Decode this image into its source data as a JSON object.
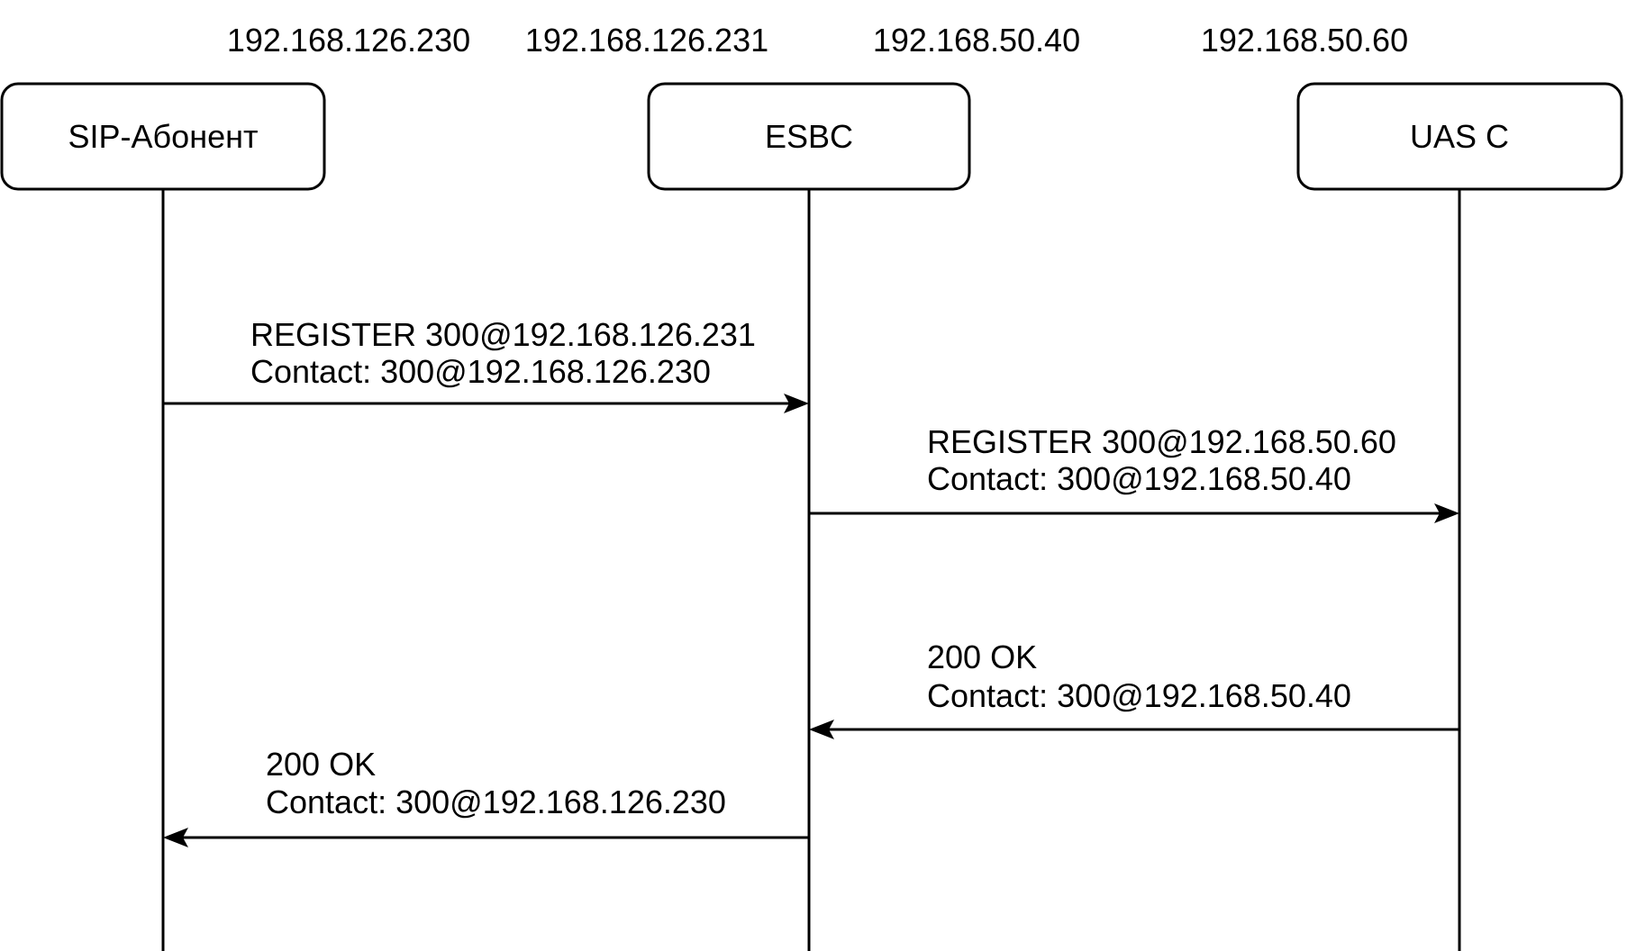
{
  "diagram": {
    "type": "sequence-diagram",
    "ip_labels": [
      "192.168.126.230",
      "192.168.126.231",
      "192.168.50.40",
      "192.168.50.60"
    ],
    "actors": [
      {
        "name": "SIP-Абонент"
      },
      {
        "name": "ESBC"
      },
      {
        "name": "UAS C"
      }
    ],
    "messages": [
      {
        "from": "SIP-Абонент",
        "to": "ESBC",
        "direction": "right",
        "lines": [
          "REGISTER 300@192.168.126.231",
          "Contact: 300@192.168.126.230"
        ]
      },
      {
        "from": "ESBC",
        "to": "UAS C",
        "direction": "right",
        "lines": [
          "REGISTER 300@192.168.50.60",
          "Contact: 300@192.168.50.40"
        ]
      },
      {
        "from": "UAS C",
        "to": "ESBC",
        "direction": "left",
        "lines": [
          "200 OK",
          "Contact: 300@192.168.50.40"
        ]
      },
      {
        "from": "ESBC",
        "to": "SIP-Абонент",
        "direction": "left",
        "lines": [
          "200 OK",
          "Contact: 300@192.168.126.230"
        ]
      }
    ]
  },
  "colors": {
    "stroke": "#000000",
    "text": "#000000",
    "background": "#ffffff"
  }
}
